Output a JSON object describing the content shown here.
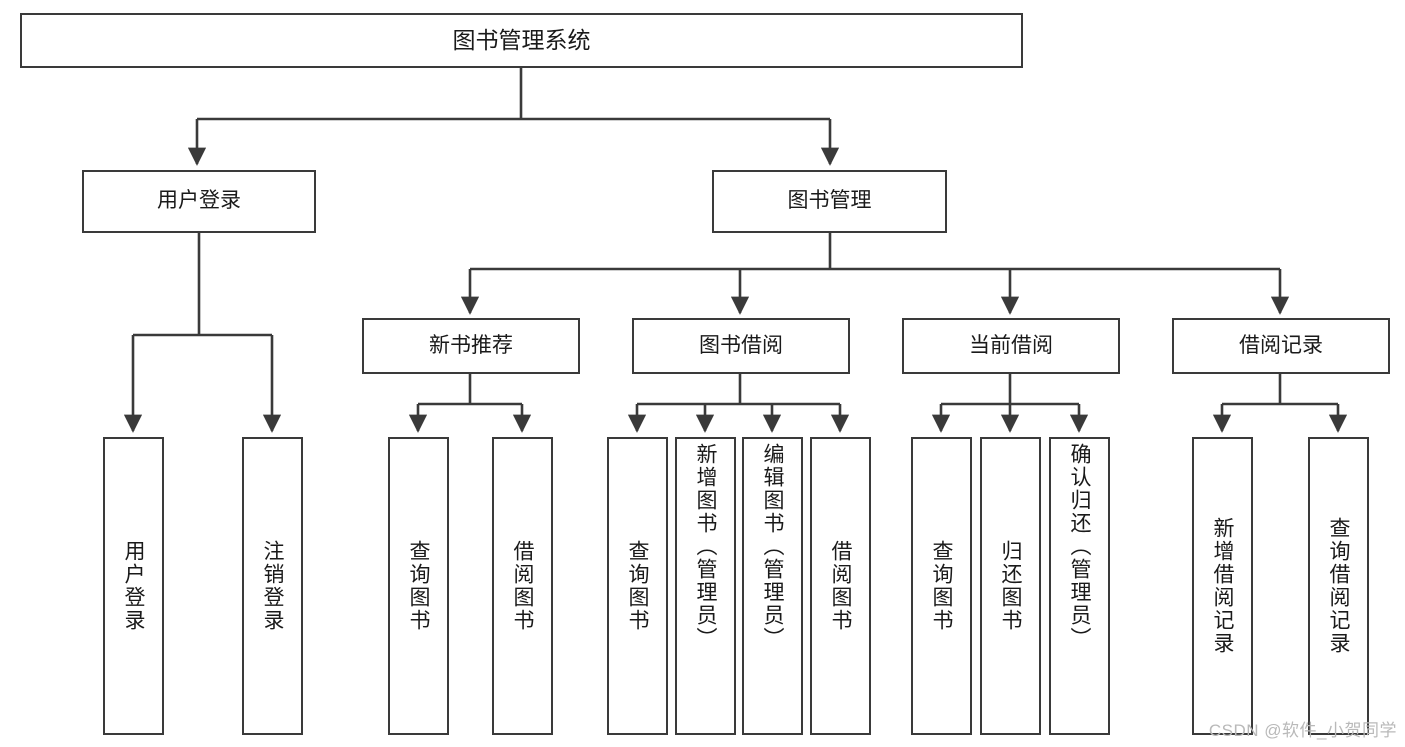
{
  "diagram": {
    "type": "tree",
    "title": "图书管理系统",
    "watermark": "CSDN @软件_小贺同学",
    "colors": {
      "box_border": "#3a3a3a",
      "box_fill": "#ffffff",
      "connector": "#3a3a3a",
      "text": "#1a1a1a",
      "watermark": "#b9b9b9"
    },
    "nodes": {
      "root": {
        "label": "图书管理系统"
      },
      "level2": [
        {
          "label": "用户登录"
        },
        {
          "label": "图书管理"
        }
      ],
      "level3": [
        {
          "label": "新书推荐"
        },
        {
          "label": "图书借阅"
        },
        {
          "label": "当前借阅"
        },
        {
          "label": "借阅记录"
        }
      ],
      "leaves": {
        "user_login": [
          {
            "label": "用户登录"
          },
          {
            "label": "注销登录"
          }
        ],
        "new_books": [
          {
            "label": "查询图书"
          },
          {
            "label": "借阅图书"
          }
        ],
        "book_borrow": [
          {
            "label": "查询图书"
          },
          {
            "label": "新增图书（管理员）"
          },
          {
            "label": "编辑图书（管理员）"
          },
          {
            "label": "借阅图书"
          }
        ],
        "current_borrow": [
          {
            "label": "查询图书"
          },
          {
            "label": "归还图书"
          },
          {
            "label": "确认归还（管理员）"
          }
        ],
        "borrow_records": [
          {
            "label": "新增借阅记录"
          },
          {
            "label": "查询借阅记录"
          }
        ]
      }
    }
  }
}
